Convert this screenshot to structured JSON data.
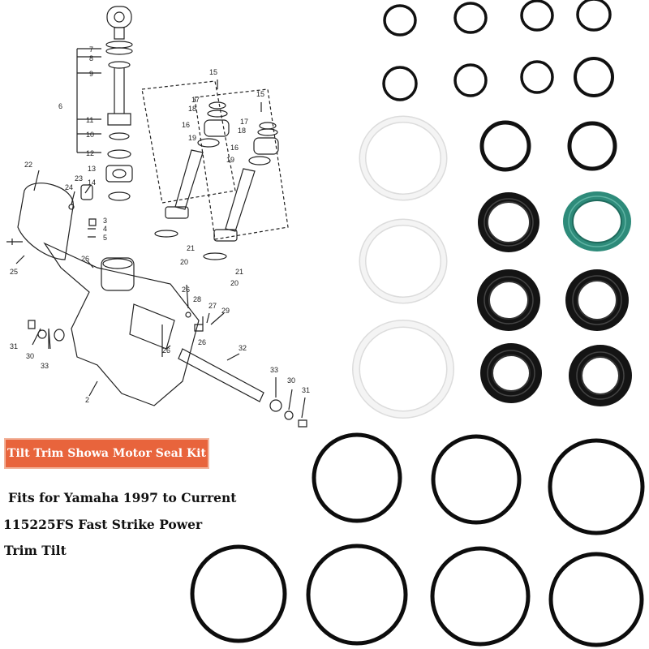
{
  "badge": {
    "label": "Tilt Trim Showa Motor Seal Kit",
    "color": "#e8643c"
  },
  "description": {
    "line1": "Fits for Yamaha 1997 to Current",
    "line2": "115225FS Fast Strike Power",
    "line3": "Trim Tilt"
  },
  "diagram": {
    "labels": {
      "p2": "2",
      "p4": "4",
      "p5": "5",
      "p6": "6",
      "p7": "7",
      "p8": "8",
      "p9": "9",
      "p10": "10",
      "p11": "11",
      "p12": "12",
      "p13": "13",
      "p14": "14",
      "p15a": "15",
      "p15b": "15",
      "p16a": "16",
      "p16b": "16",
      "p17a": "17",
      "p17b": "17",
      "p18a": "18",
      "p18b": "18",
      "p19a": "19",
      "p19b": "19",
      "p20a": "20",
      "p20b": "20",
      "p21a": "21",
      "p21b": "21",
      "p22": "22",
      "p23": "23",
      "p24": "24",
      "p25": "25",
      "p26a": "26",
      "p26b": "26",
      "p26c": "26",
      "p26d": "26",
      "p27": "27",
      "p28": "28",
      "p29": "29",
      "p30a": "30",
      "p30b": "30",
      "p31a": "31",
      "p31b": "31",
      "p32": "32",
      "p33a": "33",
      "p33b": "33",
      "p3": "3"
    }
  },
  "colors": {
    "black_seal": "#111111",
    "white_ring": "#f2f2f2",
    "green_seal": "#2e8b7a"
  }
}
